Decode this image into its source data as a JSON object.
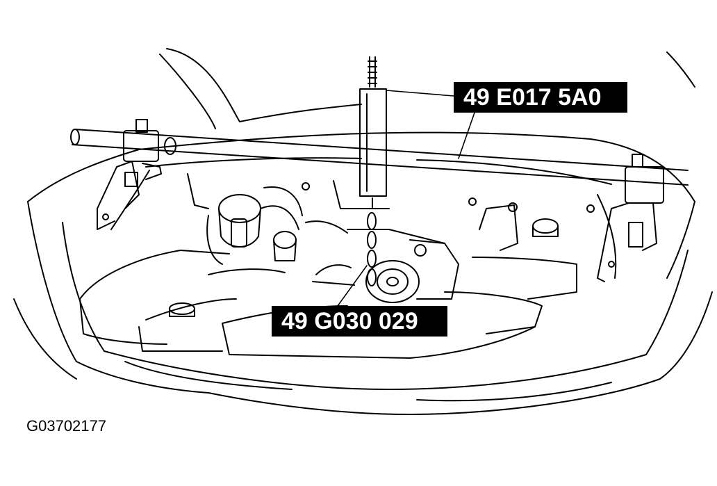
{
  "callouts": {
    "engine_support_bar": "49 E017 5A0",
    "engine_hanger": "49 G030 029"
  },
  "figure_id": "G03702177",
  "colors": {
    "ink": "#000000",
    "paper": "#ffffff",
    "callout_bg": "#000000",
    "callout_text": "#ffffff"
  }
}
